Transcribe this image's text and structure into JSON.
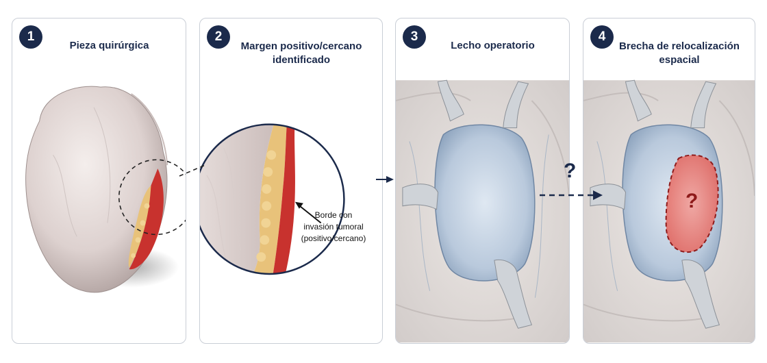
{
  "steps": [
    {
      "number": "1",
      "title": "Pieza quirúrgica"
    },
    {
      "number": "2",
      "title_line1": "Margen positivo/cercano",
      "title_line2": "identificado"
    },
    {
      "number": "3",
      "title": "Lecho operatorio"
    },
    {
      "number": "4",
      "title_line1": "Brecha de relocalización",
      "title_line2": "espacial"
    }
  ],
  "callout": {
    "line1": "Borde con",
    "line2": "invasión tumoral",
    "line3": "(positivo/cercano)"
  },
  "gap_question_mark": "?",
  "region_question_mark": "?",
  "colors": {
    "navy": "#1b2a4b",
    "tissue": "#e9e2e0",
    "tumor_red": "#c8322e",
    "fat_yellow": "#e8c27a",
    "cavity_blue": "#b9c9dc",
    "uncertain_region": "#f08a84"
  }
}
